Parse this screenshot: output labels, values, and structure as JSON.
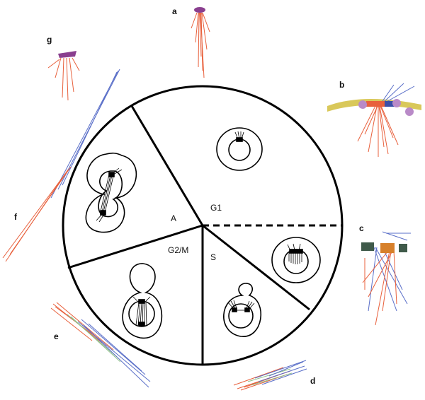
{
  "phases": {
    "g1": "G1",
    "s": "S",
    "g2m": "G2/M",
    "a": "A"
  },
  "panels": {
    "a": "a",
    "b": "b",
    "c": "c",
    "d": "d",
    "e": "e",
    "f": "f",
    "g": "g"
  },
  "colors": {
    "outline": "#000000",
    "microtubule_red": "#e8603c",
    "microtubule_blue": "#5a6fc8",
    "microtubule_green": "#8fbf8a",
    "spb_purple": "#8a3f8f",
    "envelope_yellow": "#d9c85a"
  }
}
